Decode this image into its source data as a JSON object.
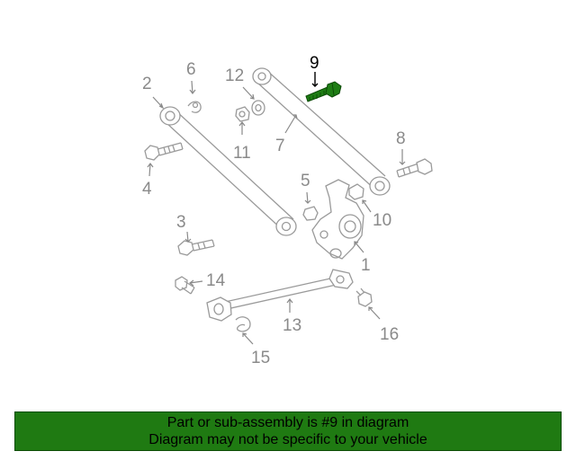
{
  "diagram": {
    "highlighted_part": "9",
    "highlight_color": "#1e7d14",
    "callouts": [
      {
        "id": "c1",
        "label": "1"
      },
      {
        "id": "c2",
        "label": "2"
      },
      {
        "id": "c3",
        "label": "3"
      },
      {
        "id": "c4",
        "label": "4"
      },
      {
        "id": "c5",
        "label": "5"
      },
      {
        "id": "c6",
        "label": "6"
      },
      {
        "id": "c7",
        "label": "7"
      },
      {
        "id": "c8",
        "label": "8"
      },
      {
        "id": "c9",
        "label": "9"
      },
      {
        "id": "c10",
        "label": "10"
      },
      {
        "id": "c11",
        "label": "11"
      },
      {
        "id": "c12",
        "label": "12"
      },
      {
        "id": "c13",
        "label": "13"
      },
      {
        "id": "c14",
        "label": "14"
      },
      {
        "id": "c15",
        "label": "15"
      },
      {
        "id": "c16",
        "label": "16"
      }
    ]
  },
  "banner": {
    "line1": "Part or sub-assembly is #9 in diagram",
    "line2": "Diagram may not be specific to your vehicle",
    "background_color": "#1f7a12"
  }
}
